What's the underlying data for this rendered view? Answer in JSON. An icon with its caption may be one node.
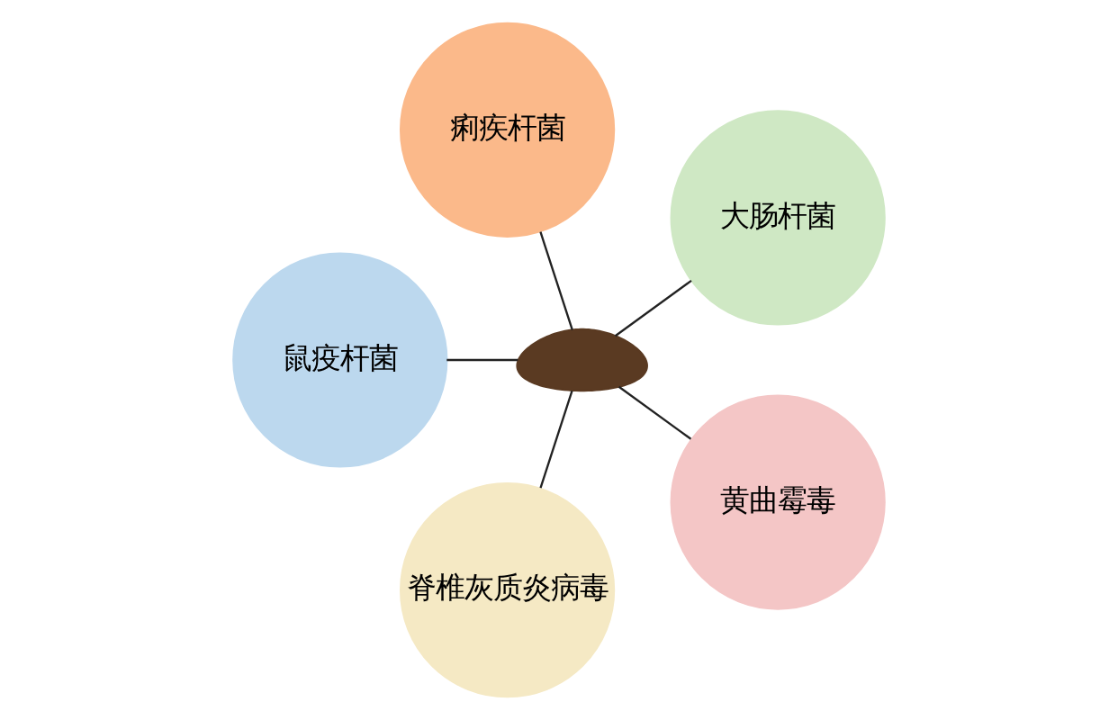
{
  "diagram": {
    "nodes": [
      {
        "text": [
          "大肠杆菌"
        ]
      },
      {
        "text": [
          "痢疾杆菌"
        ]
      },
      {
        "text": [],
        "shape": "picture"
      },
      {
        "text": [
          "鼠疫杆菌"
        ]
      },
      {
        "text": [
          "脊椎灰质炎病毒"
        ]
      },
      {
        "text": [
          "黄曲霉毒"
        ]
      }
    ],
    "edges": [
      {
        "from": 2,
        "to": 0,
        "arrow": "none"
      },
      {
        "from": 2,
        "to": 1,
        "arrow": "none"
      },
      {
        "from": 2,
        "to": 3,
        "arrow": "none"
      },
      {
        "from": 2,
        "to": 4,
        "arrow": "none"
      },
      {
        "from": 2,
        "to": 5,
        "arrow": "none"
      }
    ]
  }
}
